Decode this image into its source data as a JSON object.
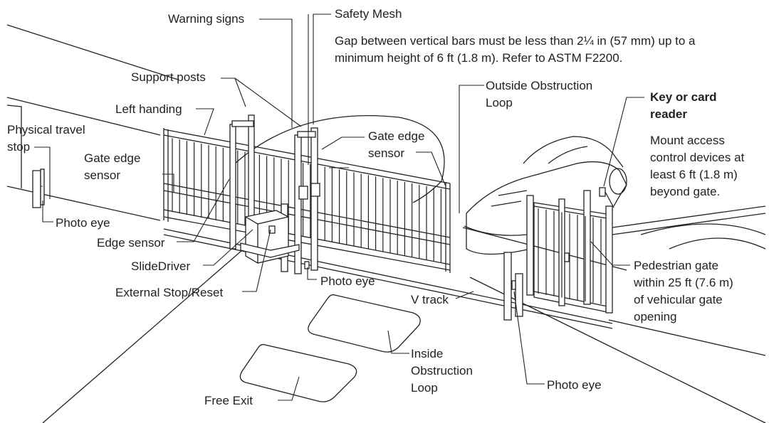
{
  "labels": {
    "warning_signs": "Warning signs",
    "safety_mesh": "Safety Mesh",
    "gap_note_line1": "Gap between vertical bars must be less than 2¼ in (57 mm) up to a",
    "gap_note_line2": "minimum height of 6 ft (1.8 m). Refer to ASTM F2200.",
    "support_posts": "Support posts",
    "outside_loop_line1": "Outside Obstruction",
    "outside_loop_line2": "Loop",
    "key_reader_line1": "Key or card",
    "key_reader_line2": "reader",
    "mount_note_line1": "Mount access",
    "mount_note_line2": "control devices at",
    "mount_note_line3": "least 6 ft (1.8 m)",
    "mount_note_line4": "beyond gate.",
    "left_handing": "Left handing",
    "physical_stop_line1": "Physical travel",
    "physical_stop_line2": "stop",
    "gate_edge_left_line1": "Gate edge",
    "gate_edge_left_line2": "sensor",
    "gate_edge_right_line1": "Gate edge",
    "gate_edge_right_line2": "sensor",
    "photo_eye_left": "Photo eye",
    "edge_sensor": "Edge sensor",
    "slidedriver": "SlideDriver",
    "external_stop": "External Stop/Reset",
    "photo_eye_center": "Photo eye",
    "v_track": "V track",
    "pedestrian_line1": "Pedestrian gate",
    "pedestrian_line2": "within 25 ft (7.6 m)",
    "pedestrian_line3": "of vehicular gate",
    "pedestrian_line4": "opening",
    "inside_loop_line1": "Inside",
    "inside_loop_line2": "Obstruction",
    "inside_loop_line3": "Loop",
    "free_exit": "Free Exit",
    "photo_eye_right": "Photo eye"
  }
}
